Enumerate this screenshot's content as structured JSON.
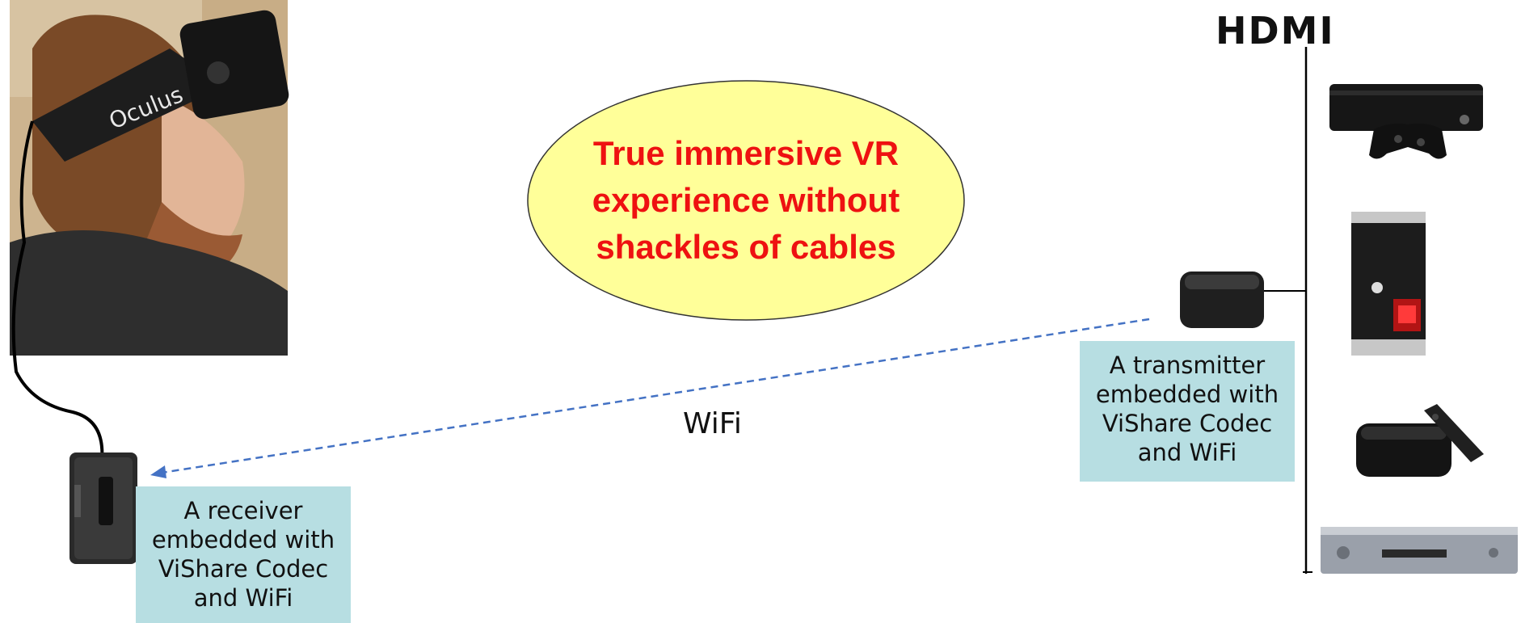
{
  "headset": {
    "brand_text": "Oculus"
  },
  "callout": {
    "lines": [
      "True immersive VR",
      "experience without",
      "shackles of cables"
    ]
  },
  "link_label": "WiFi",
  "hdmi_logo": "HDMI",
  "receiver": {
    "lines": [
      "A receiver",
      "embedded with",
      "ViShare Codec",
      "and WiFi"
    ]
  },
  "transmitter": {
    "lines": [
      "A transmitter",
      "embedded with",
      "ViShare Codec",
      "and WiFi"
    ]
  },
  "devices": [
    "game-console",
    "desktop-pc",
    "streaming-box",
    "dvd-player"
  ],
  "colors": {
    "callout_fill": "#ffff99",
    "callout_text": "#ee1111",
    "box_fill": "#b7dee2",
    "wifi_line": "#4472c4"
  }
}
